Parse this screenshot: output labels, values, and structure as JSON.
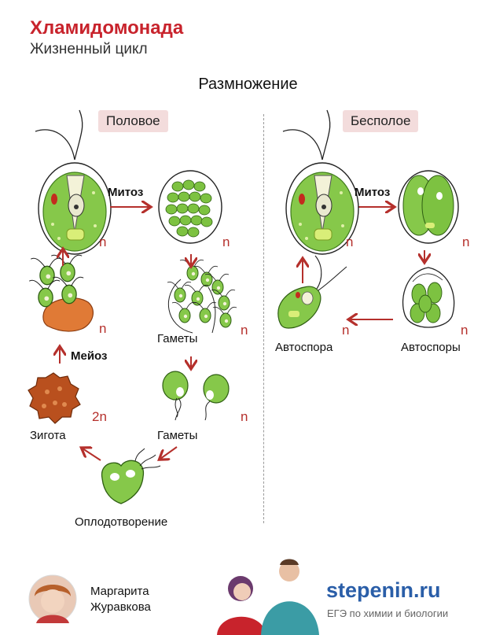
{
  "header": {
    "title": "Хламидомонада",
    "subtitle": "Жизненный цикл"
  },
  "heading": "Размножение",
  "sections": {
    "sexual": "Половое",
    "asexual": "Бесполое"
  },
  "labels": {
    "mitosis_left": "Митоз",
    "mitosis_right": "Митоз",
    "meiosis": "Мейоз",
    "gametes_1": "Гаметы",
    "gametes_2": "Гаметы",
    "zygote": "Зигота",
    "fertilization": "Оплодотворение",
    "autospore": "Автоспора",
    "autospores": "Автоспоры"
  },
  "ploidy": {
    "n": "n",
    "two_n": "2n"
  },
  "footer": {
    "author_line1": "Маргарита",
    "author_line2": "Журавкова",
    "brand": "stepenin.ru",
    "tagline": "ЕГЭ по химии и биологии"
  },
  "colors": {
    "title": "#c8232c",
    "arrow": "#b5302c",
    "cell_green": "#7dc241",
    "zygote": "#b9501e",
    "brand": "#2a5ea8"
  }
}
